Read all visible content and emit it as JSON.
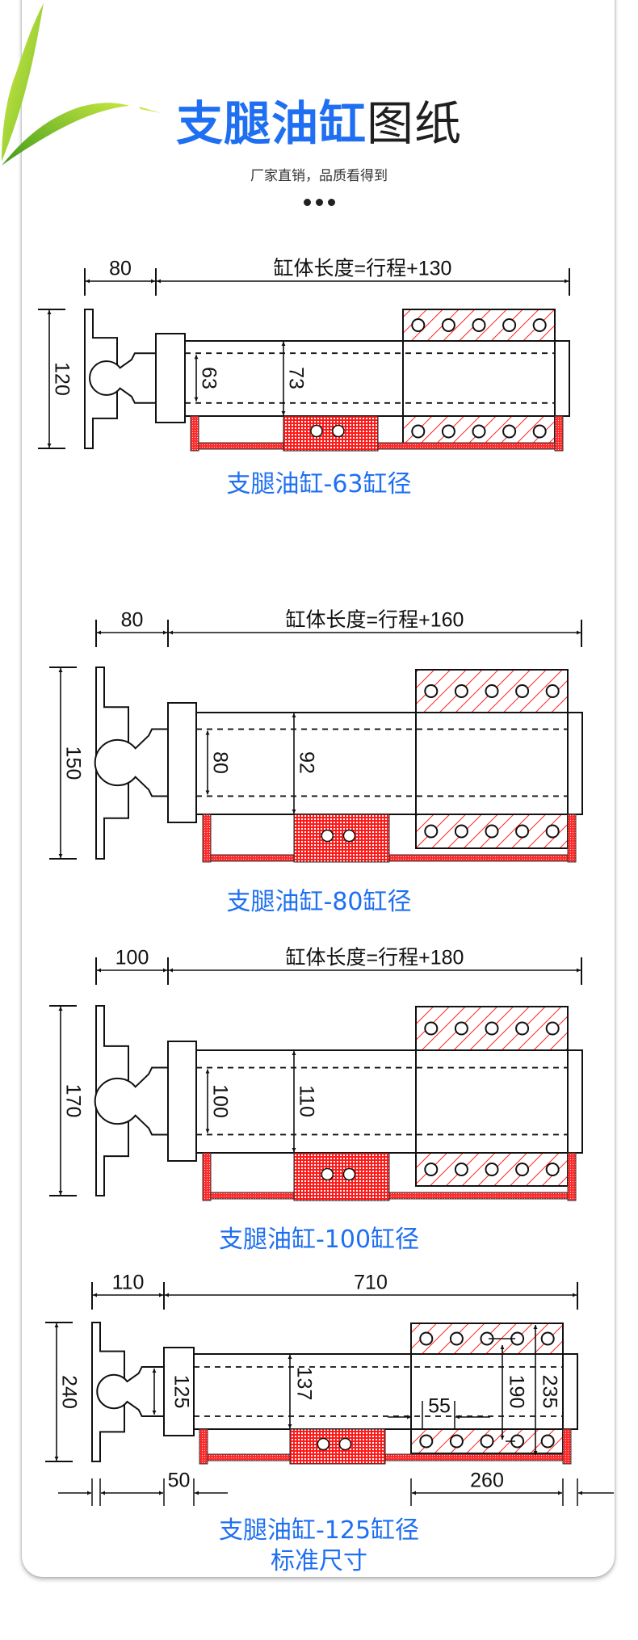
{
  "header": {
    "title_blue": "支腿油缸",
    "title_dark": "图纸",
    "subtitle": "厂家直销，品质看得到"
  },
  "icons": {
    "leaf": "bamboo-leaf-icon",
    "dots": "ellipsis-dots-icon"
  },
  "colors": {
    "accent_blue": "#1f6ff2",
    "hatch_red": "#ff2020",
    "line": "#111111"
  },
  "drawings": [
    {
      "caption": "支腿油缸-63缸径",
      "head_length": "80",
      "body_length": "缸体长度=行程+130",
      "base_height": "120",
      "rod_diameter": "63",
      "bore_diameter": "73"
    },
    {
      "caption": "支腿油缸-80缸径",
      "head_length": "80",
      "body_length": "缸体长度=行程+160",
      "base_height": "150",
      "rod_diameter": "80",
      "bore_diameter": "92"
    },
    {
      "caption": "支腿油缸-100缸径",
      "head_length": "100",
      "body_length": "缸体长度=行程+180",
      "base_height": "170",
      "rod_diameter": "100",
      "bore_diameter": "110"
    },
    {
      "caption": "支腿油缸-125缸径",
      "caption2": "标准尺寸",
      "head_length": "110",
      "body_length": "710",
      "base_height": "240",
      "rod_diameter": "125",
      "bore_diameter": "137",
      "block_offset": "55",
      "inner_height": "190",
      "outer_height": "235",
      "bottom_left": "50",
      "bottom_right": "260"
    }
  ]
}
